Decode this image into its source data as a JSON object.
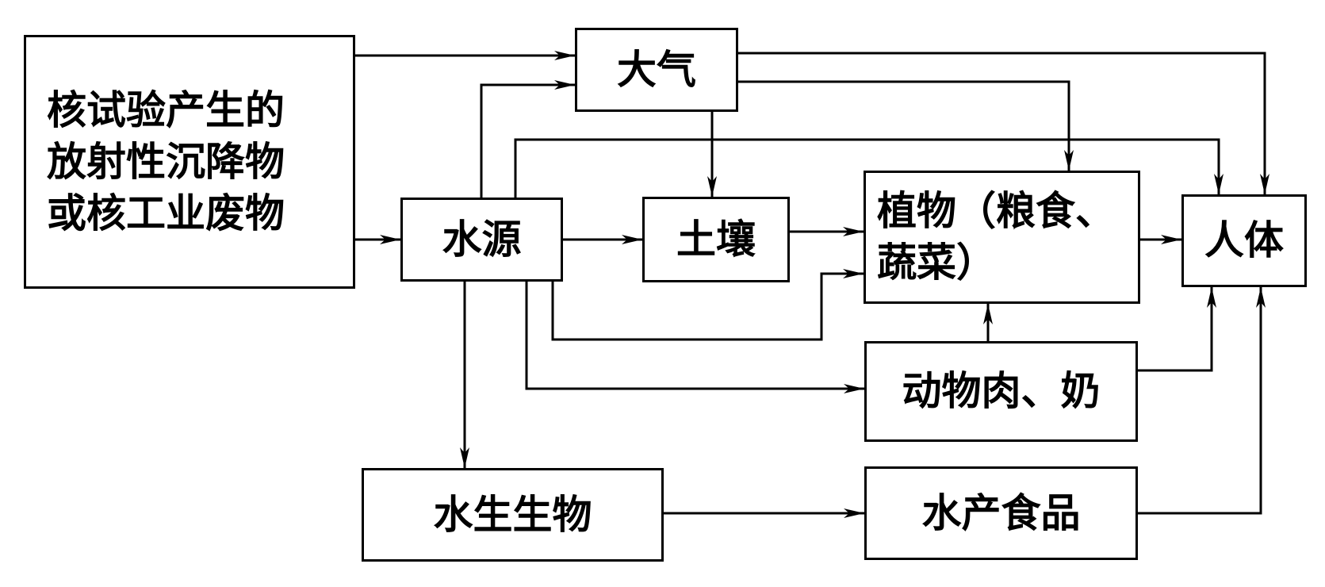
{
  "diagram": {
    "nodes": {
      "source": {
        "label": "核试验产生的\n放射性沉降物\n或核工业废物"
      },
      "atmosphere": {
        "label": "大气"
      },
      "water": {
        "label": "水源"
      },
      "soil": {
        "label": "土壤"
      },
      "plants": {
        "label": "植物（粮食、\n蔬菜）"
      },
      "human": {
        "label": "人体"
      },
      "animal": {
        "label": "动物肉、奶"
      },
      "aquatic": {
        "label": "水生生物"
      },
      "seafood": {
        "label": "水产食品"
      }
    },
    "edges": [
      {
        "from": "source",
        "to": "atmosphere"
      },
      {
        "from": "source",
        "to": "water"
      },
      {
        "from": "water",
        "to": "atmosphere"
      },
      {
        "from": "water",
        "to": "human"
      },
      {
        "from": "water",
        "to": "soil"
      },
      {
        "from": "water",
        "to": "plants"
      },
      {
        "from": "water",
        "to": "animal"
      },
      {
        "from": "water",
        "to": "aquatic"
      },
      {
        "from": "atmosphere",
        "to": "human"
      },
      {
        "from": "atmosphere",
        "to": "plants"
      },
      {
        "from": "atmosphere",
        "to": "soil"
      },
      {
        "from": "soil",
        "to": "plants"
      },
      {
        "from": "plants",
        "to": "human"
      },
      {
        "from": "animal",
        "to": "plants"
      },
      {
        "from": "animal",
        "to": "human"
      },
      {
        "from": "aquatic",
        "to": "seafood"
      },
      {
        "from": "seafood",
        "to": "human"
      }
    ]
  }
}
